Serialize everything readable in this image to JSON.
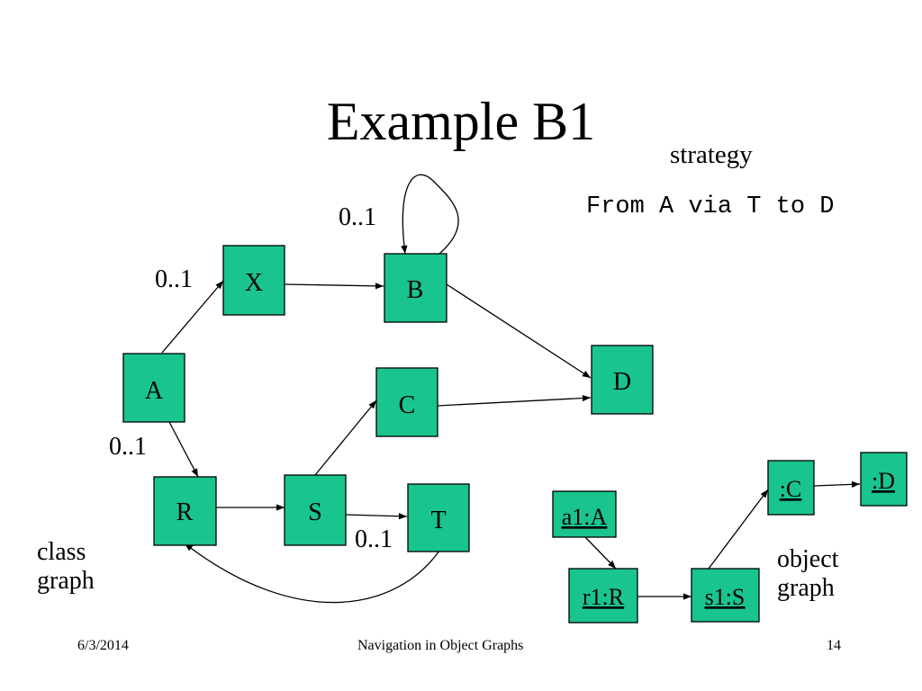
{
  "title": "Example B1",
  "strategy": {
    "label": "strategy",
    "code": "From A via T to D"
  },
  "class_graph": {
    "label_line1": "class",
    "label_line2": "graph",
    "nodes": {
      "X": "X",
      "B": "B",
      "A": "A",
      "C": "C",
      "D": "D",
      "R": "R",
      "S": "S",
      "T": "T"
    },
    "multiplicities": {
      "b_self": "0..1",
      "a_x": "0..1",
      "a_r": "0..1",
      "s_t": "0..1"
    }
  },
  "object_graph": {
    "label_line1": "object",
    "label_line2": "graph",
    "nodes": {
      "c": ":C",
      "d": ":D",
      "a1": "a1:A",
      "r1": "r1:R",
      "s1": "s1:S"
    }
  },
  "colors": {
    "node_fill": "#19c48f",
    "stroke": "#000000"
  },
  "footer": {
    "date": "6/3/2014",
    "center": "Navigation in Object Graphs",
    "page": "14"
  }
}
